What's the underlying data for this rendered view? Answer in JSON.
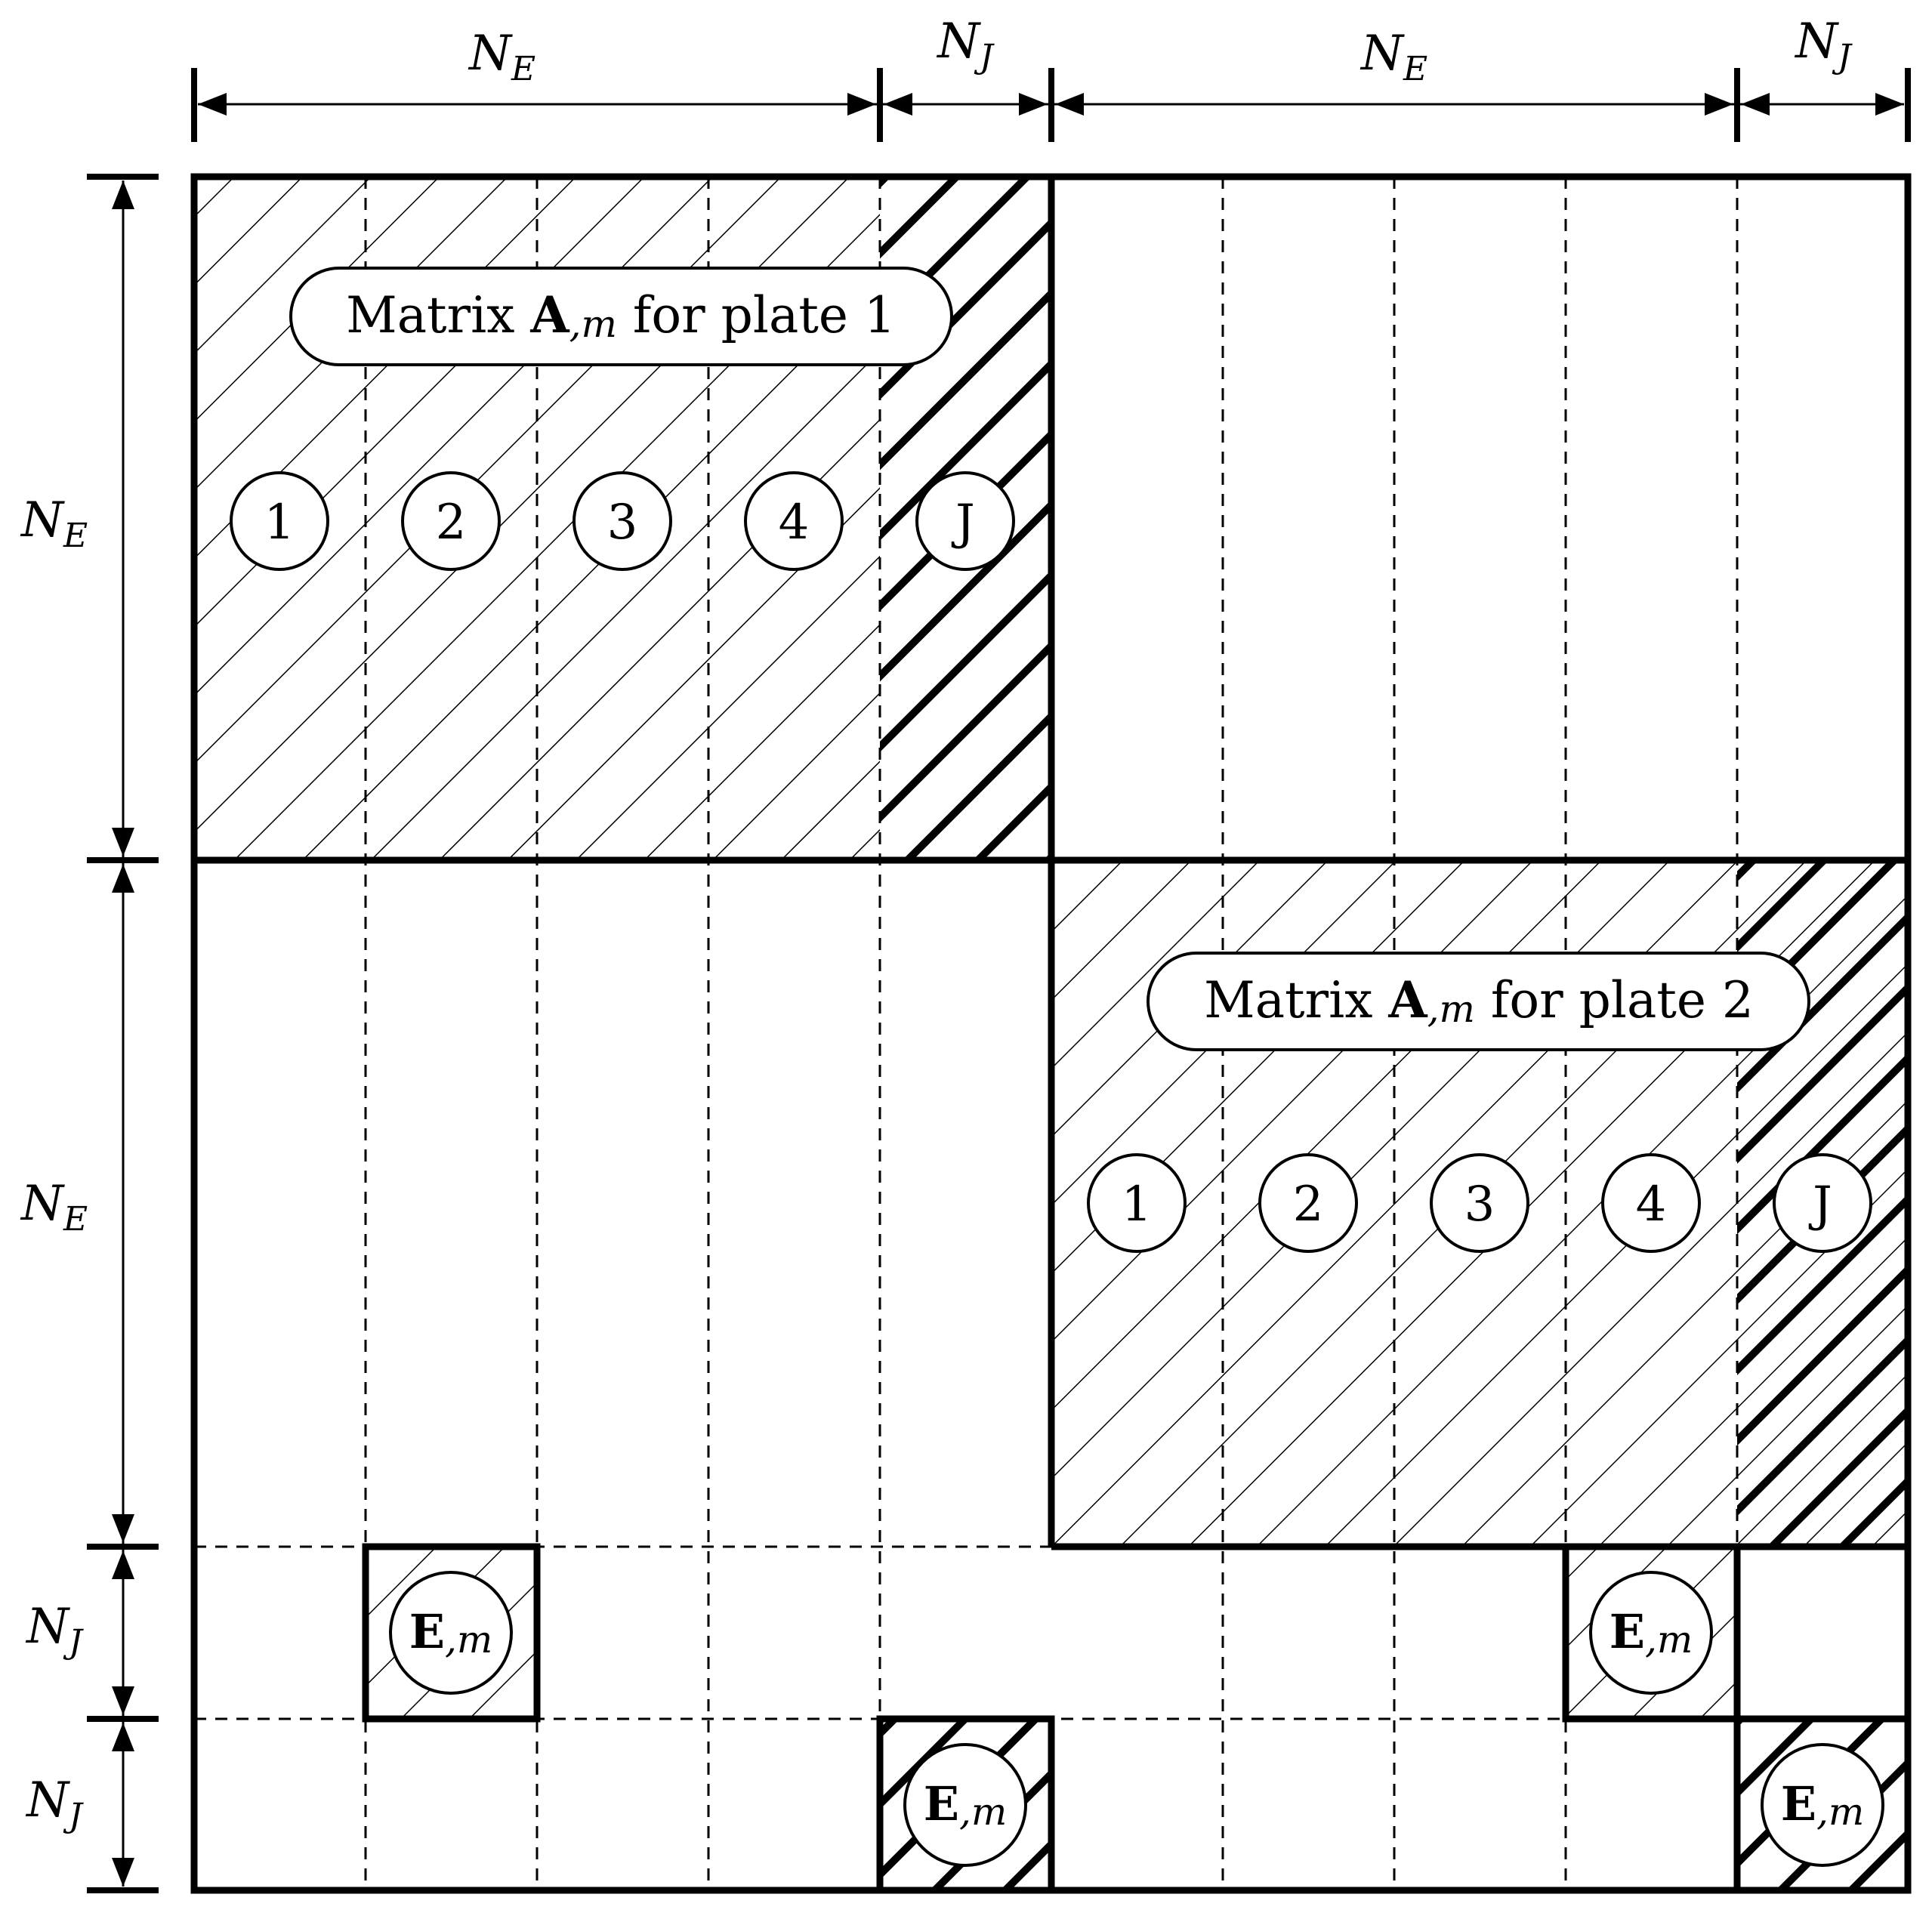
{
  "colors": {
    "ink": "#000000",
    "background": "#ffffff"
  },
  "dimensions": {
    "ne_main": "N",
    "ne_sub": "E",
    "nj_main": "N",
    "nj_sub": "J"
  },
  "blocks": {
    "plate1": {
      "title_prefix": "Matrix ",
      "title_bold": "A",
      "title_sub": ",m",
      "title_suffix": " for plate 1",
      "circles": [
        "1",
        "2",
        "3",
        "4",
        "J"
      ]
    },
    "plate2": {
      "title_prefix": "Matrix ",
      "title_bold": "A",
      "title_sub": ",m",
      "title_suffix": " for plate 2",
      "circles": [
        "1",
        "2",
        "3",
        "4",
        "J"
      ]
    },
    "e_block": {
      "bold": "E",
      "sub": ",m"
    }
  }
}
